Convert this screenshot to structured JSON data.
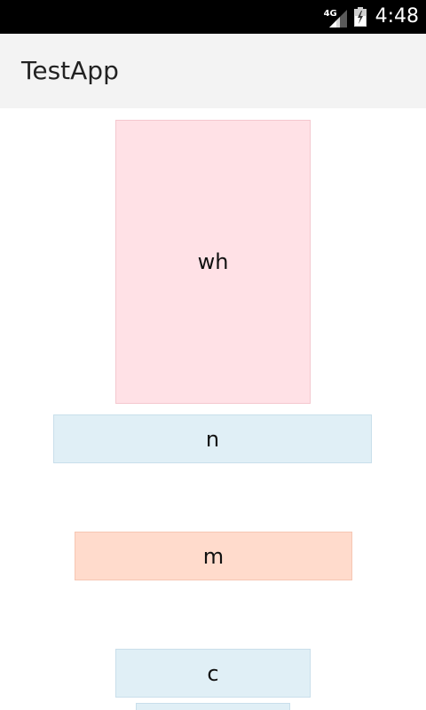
{
  "status_bar": {
    "network_label": "4G",
    "clock": "4:48",
    "signal_icon": "signal-bars-icon",
    "battery_icon": "battery-icon"
  },
  "app_bar": {
    "title": "TestApp"
  },
  "boxes": [
    {
      "label": "wh",
      "color": "#ffe1e6"
    },
    {
      "label": "n",
      "color": "#e0eff6"
    },
    {
      "label": "m",
      "color": "#ffdbcc"
    },
    {
      "label": "c",
      "color": "#e0eff6"
    }
  ]
}
